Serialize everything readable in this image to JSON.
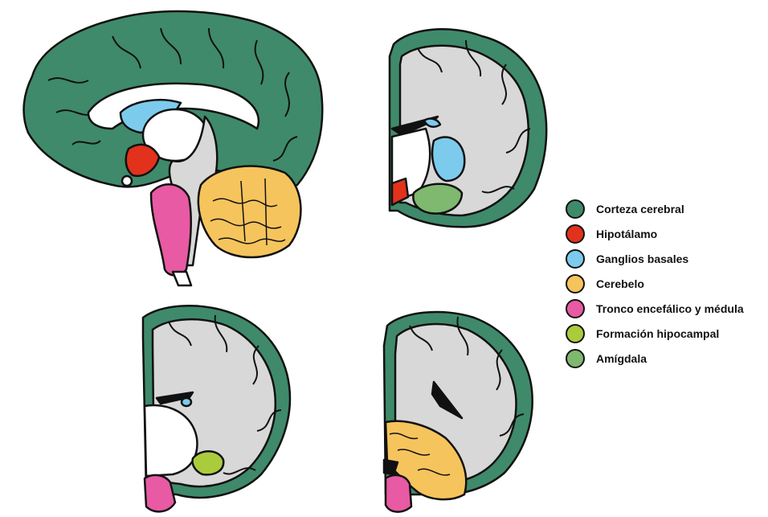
{
  "colors": {
    "cortex": "#3f8a6b",
    "white_matter": "#d8d8d8",
    "hypothalamus": "#e2321b",
    "basal_ganglia": "#7ccbed",
    "cerebellum": "#f6c45d",
    "brainstem": "#e85aa3",
    "hippocampus": "#aacc3c",
    "amygdala": "#7fb86f",
    "outline": "#111111"
  },
  "legend": [
    {
      "label": "Corteza cerebral",
      "color": "#3f8a6b"
    },
    {
      "label": "Hipotálamo",
      "color": "#e2321b"
    },
    {
      "label": "Ganglios basales",
      "color": "#7ccbed"
    },
    {
      "label": "Cerebelo",
      "color": "#f6c45d"
    },
    {
      "label": "Tronco encefálico y médula",
      "color": "#e85aa3"
    },
    {
      "label": "Formación hipocampal",
      "color": "#aacc3c"
    },
    {
      "label": "Amígdala",
      "color": "#7fb86f"
    }
  ]
}
